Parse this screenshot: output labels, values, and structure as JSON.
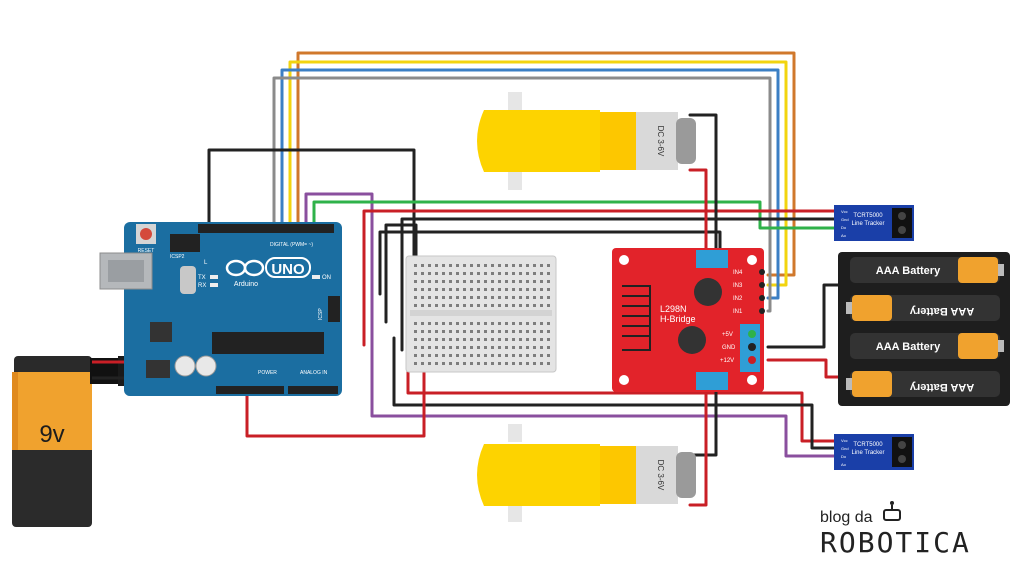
{
  "arduino": {
    "brand": "UNO",
    "sub": "Arduino",
    "reset_label": "RESET",
    "icsp2_label": "ICSP2",
    "icsp_label": "ICSP",
    "digital_label": "DIGITAL (PWM= ~)",
    "power_label": "POWER",
    "analog_label": "ANALOG IN",
    "on_label": "ON",
    "l_label": "L",
    "tx_label": "TX",
    "rx_label": "RX"
  },
  "battery_9v": {
    "label": "9v"
  },
  "battery_pack": {
    "cells": [
      "AAA Battery",
      "AAA Battery",
      "AAA Battery",
      "AAA Battery"
    ]
  },
  "motor_driver": {
    "title_line1": "L298N",
    "title_line2": "H-Bridge",
    "pins_in": [
      "IN4",
      "IN3",
      "IN2",
      "IN1"
    ],
    "pins_power": [
      "+5V",
      "GND",
      "+12V"
    ]
  },
  "motors": [
    {
      "label": "DC 3-6V"
    },
    {
      "label": "DC 3-6V"
    }
  ],
  "sensors": [
    {
      "title_line1": "TCRT5000",
      "title_line2": "Line Tracker",
      "pins": [
        "Vcc",
        "Gnd",
        "Do",
        "Ao"
      ]
    },
    {
      "title_line1": "TCRT5000",
      "title_line2": "Line Tracker",
      "pins": [
        "Vcc",
        "Gnd",
        "Do",
        "Ao"
      ]
    }
  ],
  "logo": {
    "line1": "blog da",
    "line2": "ROBOTICA"
  },
  "colors": {
    "board_blue": "#1b6ea1",
    "driver_red": "#e2232a",
    "sensor_blue": "#1a3fa8",
    "motor_yellow": "#fdd300",
    "battery_orange": "#f0a22e",
    "wire_black": "#222222",
    "wire_red": "#c91f26",
    "wire_green": "#2fb24a",
    "wire_purple": "#8a4f9e",
    "wire_gray": "#8b8b8b",
    "wire_blue": "#3b7fc4",
    "wire_yellow": "#f2d40f",
    "wire_orange": "#d0782c"
  }
}
